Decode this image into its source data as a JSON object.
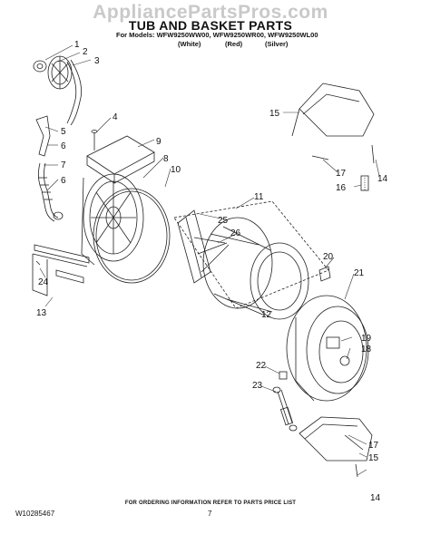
{
  "watermark": "AppliancePartsPros.com",
  "title": "TUB AND BASKET PARTS",
  "models_line": "For Models: WFW9250WW00, WFW9250WR00, WFW9250WL00",
  "colors": [
    "(White)",
    "(Red)",
    "(Silver)"
  ],
  "callouts": [
    "1",
    "2",
    "3",
    "4",
    "5",
    "6",
    "7",
    "6",
    "8",
    "9",
    "10",
    "11",
    "12",
    "13",
    "14",
    "14",
    "15",
    "15",
    "16",
    "17",
    "17",
    "18",
    "19",
    "20",
    "21",
    "22",
    "23",
    "24",
    "25",
    "26"
  ],
  "footer": {
    "ordering_note": "FOR ORDERING INFORMATION REFER TO PARTS PRICE LIST",
    "doc_code": "W10285467",
    "page_number": "7"
  }
}
